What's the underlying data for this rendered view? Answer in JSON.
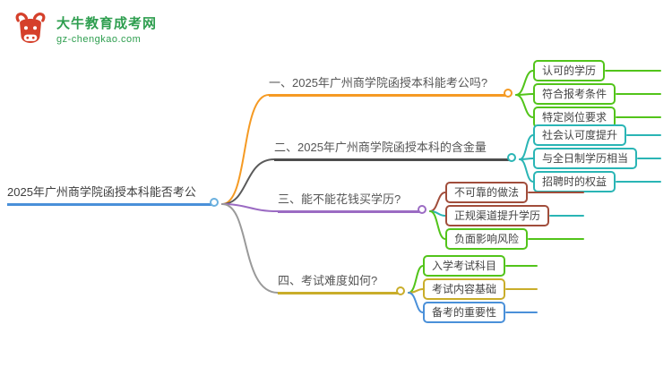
{
  "logo": {
    "site_name": "大牛教育成考网",
    "site_domain": "gz-chengkao.com",
    "brand_red": "#d5402b",
    "brand_green": "#2e9e4f"
  },
  "root": {
    "label": "2025年广州商学院函授本科能否考公",
    "color": "#4a90d9",
    "circle_color": "#6ab0de"
  },
  "branches": [
    {
      "label": "一、2025年广州商学院函授本科能考公吗?",
      "color": "#f59a23",
      "circle_color": "#f59a23",
      "curve_color": "#f59a23",
      "children": [
        {
          "label": "认可的学历",
          "color": "#52c41a",
          "line_color": "#52c41a"
        },
        {
          "label": "符合报考条件",
          "color": "#52c41a",
          "line_color": "#52c41a"
        },
        {
          "label": "特定岗位要求",
          "color": "#52c41a",
          "line_color": "#52c41a"
        }
      ]
    },
    {
      "label": "二、2025年广州商学院函授本科的含金量",
      "color": "#4d4d4d",
      "circle_color": "#2ab5b5",
      "curve_color": "#5a5a5a",
      "children": [
        {
          "label": "社会认可度提升",
          "color": "#2ab5b5",
          "line_color": "#2ab5b5"
        },
        {
          "label": "与全日制学历相当",
          "color": "#2ab5b5",
          "line_color": "#2ab5b5"
        },
        {
          "label": "招聘时的权益",
          "color": "#2ab5b5",
          "line_color": "#2ab5b5"
        }
      ]
    },
    {
      "label": "三、能不能花钱买学历?",
      "color": "#9b6bc3",
      "circle_color": "#9b6bc3",
      "curve_color": "#9b6bc3",
      "children": [
        {
          "label": "不可靠的做法",
          "color": "#a14d3b",
          "line_color": "#a14d3b"
        },
        {
          "label": "正规渠道提升学历",
          "color": "#a14d3b",
          "line_color": "#2ab5b5"
        },
        {
          "label": "负面影响风险",
          "color": "#52c41a",
          "line_color": "#52c41a"
        }
      ]
    },
    {
      "label": "四、考试难度如何?",
      "color": "#c9ad2a",
      "circle_color": "#c9ad2a",
      "curve_color": "#9a9a9a",
      "children": [
        {
          "label": "入学考试科目",
          "color": "#52c41a",
          "line_color": "#52c41a"
        },
        {
          "label": "考试内容基础",
          "color": "#c9ad2a",
          "line_color": "#c9ad2a"
        },
        {
          "label": "备考的重要性",
          "color": "#4a90d9",
          "line_color": "#4a90d9"
        }
      ]
    }
  ]
}
